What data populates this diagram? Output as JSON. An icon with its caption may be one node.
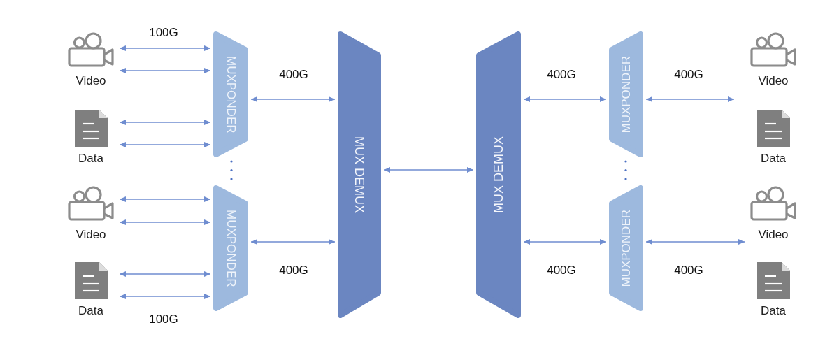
{
  "diagram": {
    "nodes": [
      {
        "text": [
          "Video"
        ]
      },
      {
        "text": [
          "Data"
        ]
      },
      {
        "text": [
          "MUXPONDER"
        ]
      },
      {
        "text": [
          "Video"
        ]
      },
      {
        "text": [
          "Data"
        ]
      },
      {
        "text": [
          "MUXPONDER"
        ]
      },
      {
        "text": [
          "MUX DEMUX"
        ]
      },
      {
        "text": [
          "MUX DEMUX"
        ]
      },
      {
        "text": [
          "MUXPONDER"
        ]
      },
      {
        "text": [
          "Video"
        ]
      },
      {
        "text": [
          "Data"
        ]
      },
      {
        "text": [
          "MUXPONDER"
        ]
      },
      {
        "text": [
          "Video"
        ]
      },
      {
        "text": [
          "Data"
        ]
      }
    ],
    "edges": [
      {
        "from": 0,
        "to": 2,
        "arrow": "both"
      },
      {
        "from": 0,
        "to": 2,
        "arrow": "both"
      },
      {
        "from": 1,
        "to": 2,
        "arrow": "both"
      },
      {
        "from": 1,
        "to": 2,
        "arrow": "both"
      },
      {
        "from": 3,
        "to": 5,
        "arrow": "both"
      },
      {
        "from": 3,
        "to": 5,
        "arrow": "both"
      },
      {
        "from": 4,
        "to": 5,
        "arrow": "both"
      },
      {
        "from": 4,
        "to": 5,
        "arrow": "both"
      },
      {
        "from": 2,
        "to": 6,
        "arrow": "both"
      },
      {
        "from": 5,
        "to": 6,
        "arrow": "both"
      },
      {
        "from": 6,
        "to": 7,
        "arrow": "both"
      },
      {
        "from": 7,
        "to": 8,
        "arrow": "both"
      },
      {
        "from": 7,
        "to": 11,
        "arrow": "both"
      },
      {
        "from": 8,
        "to": null,
        "arrow": "both"
      },
      {
        "from": 11,
        "to": 12,
        "arrow": "both"
      }
    ],
    "labels": [
      "100G",
      "400G",
      "400G",
      "400G",
      "400G",
      "400G",
      "400G",
      "100G"
    ]
  }
}
